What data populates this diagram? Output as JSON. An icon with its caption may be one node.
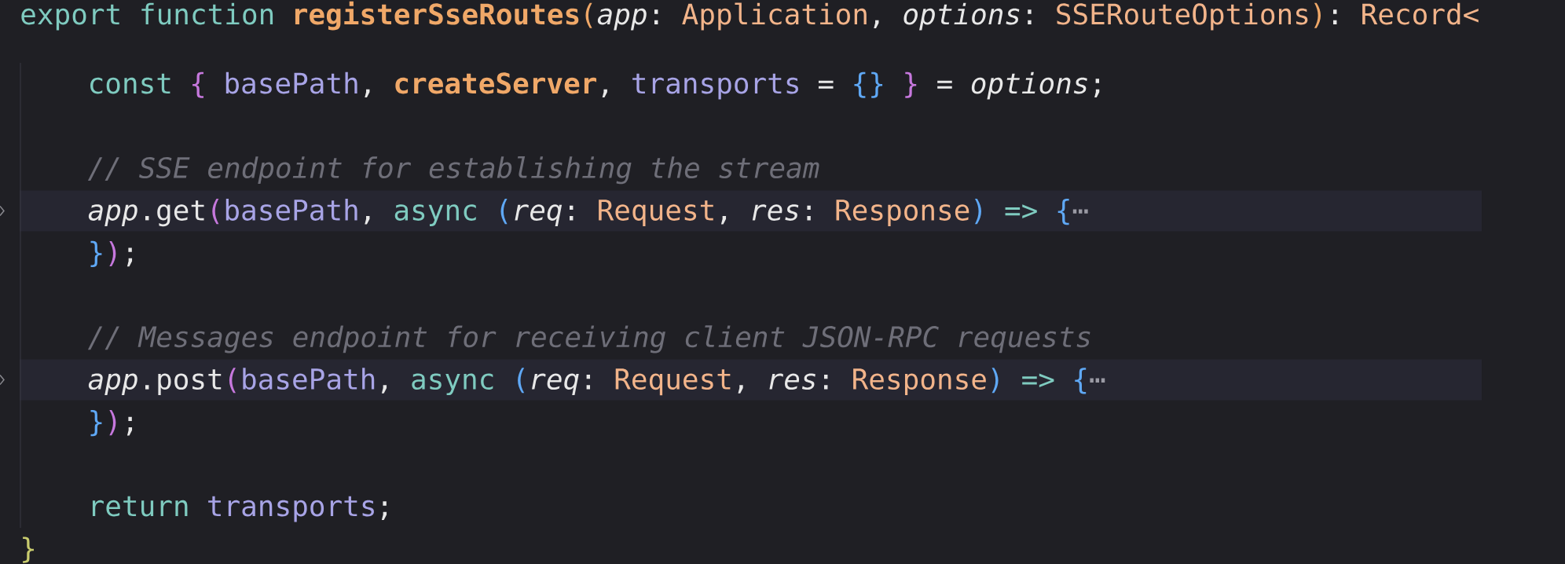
{
  "diagram": {
    "labels": [
      "export function",
      "registerSseRoutes",
      "(",
      "app",
      ":",
      "Application",
      ",",
      "options",
      ":",
      "SSERouteOptions",
      ")",
      ":",
      "Record<",
      "const",
      "{",
      "basePath",
      ",",
      "createServer",
      ",",
      "transports",
      "=",
      "{}",
      "}",
      "=",
      "options",
      ";",
      "// SSE endpoint for establishing the stream",
      "app",
      ".get",
      "(",
      "basePath",
      ",",
      "async",
      "(",
      "req",
      ":",
      "Request",
      ",",
      "res",
      ":",
      "Response",
      ")",
      "=>",
      "{",
      "⋯",
      "}",
      ")",
      ";",
      "// Messages endpoint for receiving client JSON-RPC requests",
      "app",
      ".post",
      "(",
      "basePath",
      ",",
      "async",
      "(",
      "req",
      ":",
      "Request",
      ",",
      "res",
      ":",
      "Response",
      ")",
      "=>",
      "{",
      "⋯",
      "}",
      ")",
      ";",
      "return",
      "transports",
      ";",
      "}"
    ]
  }
}
